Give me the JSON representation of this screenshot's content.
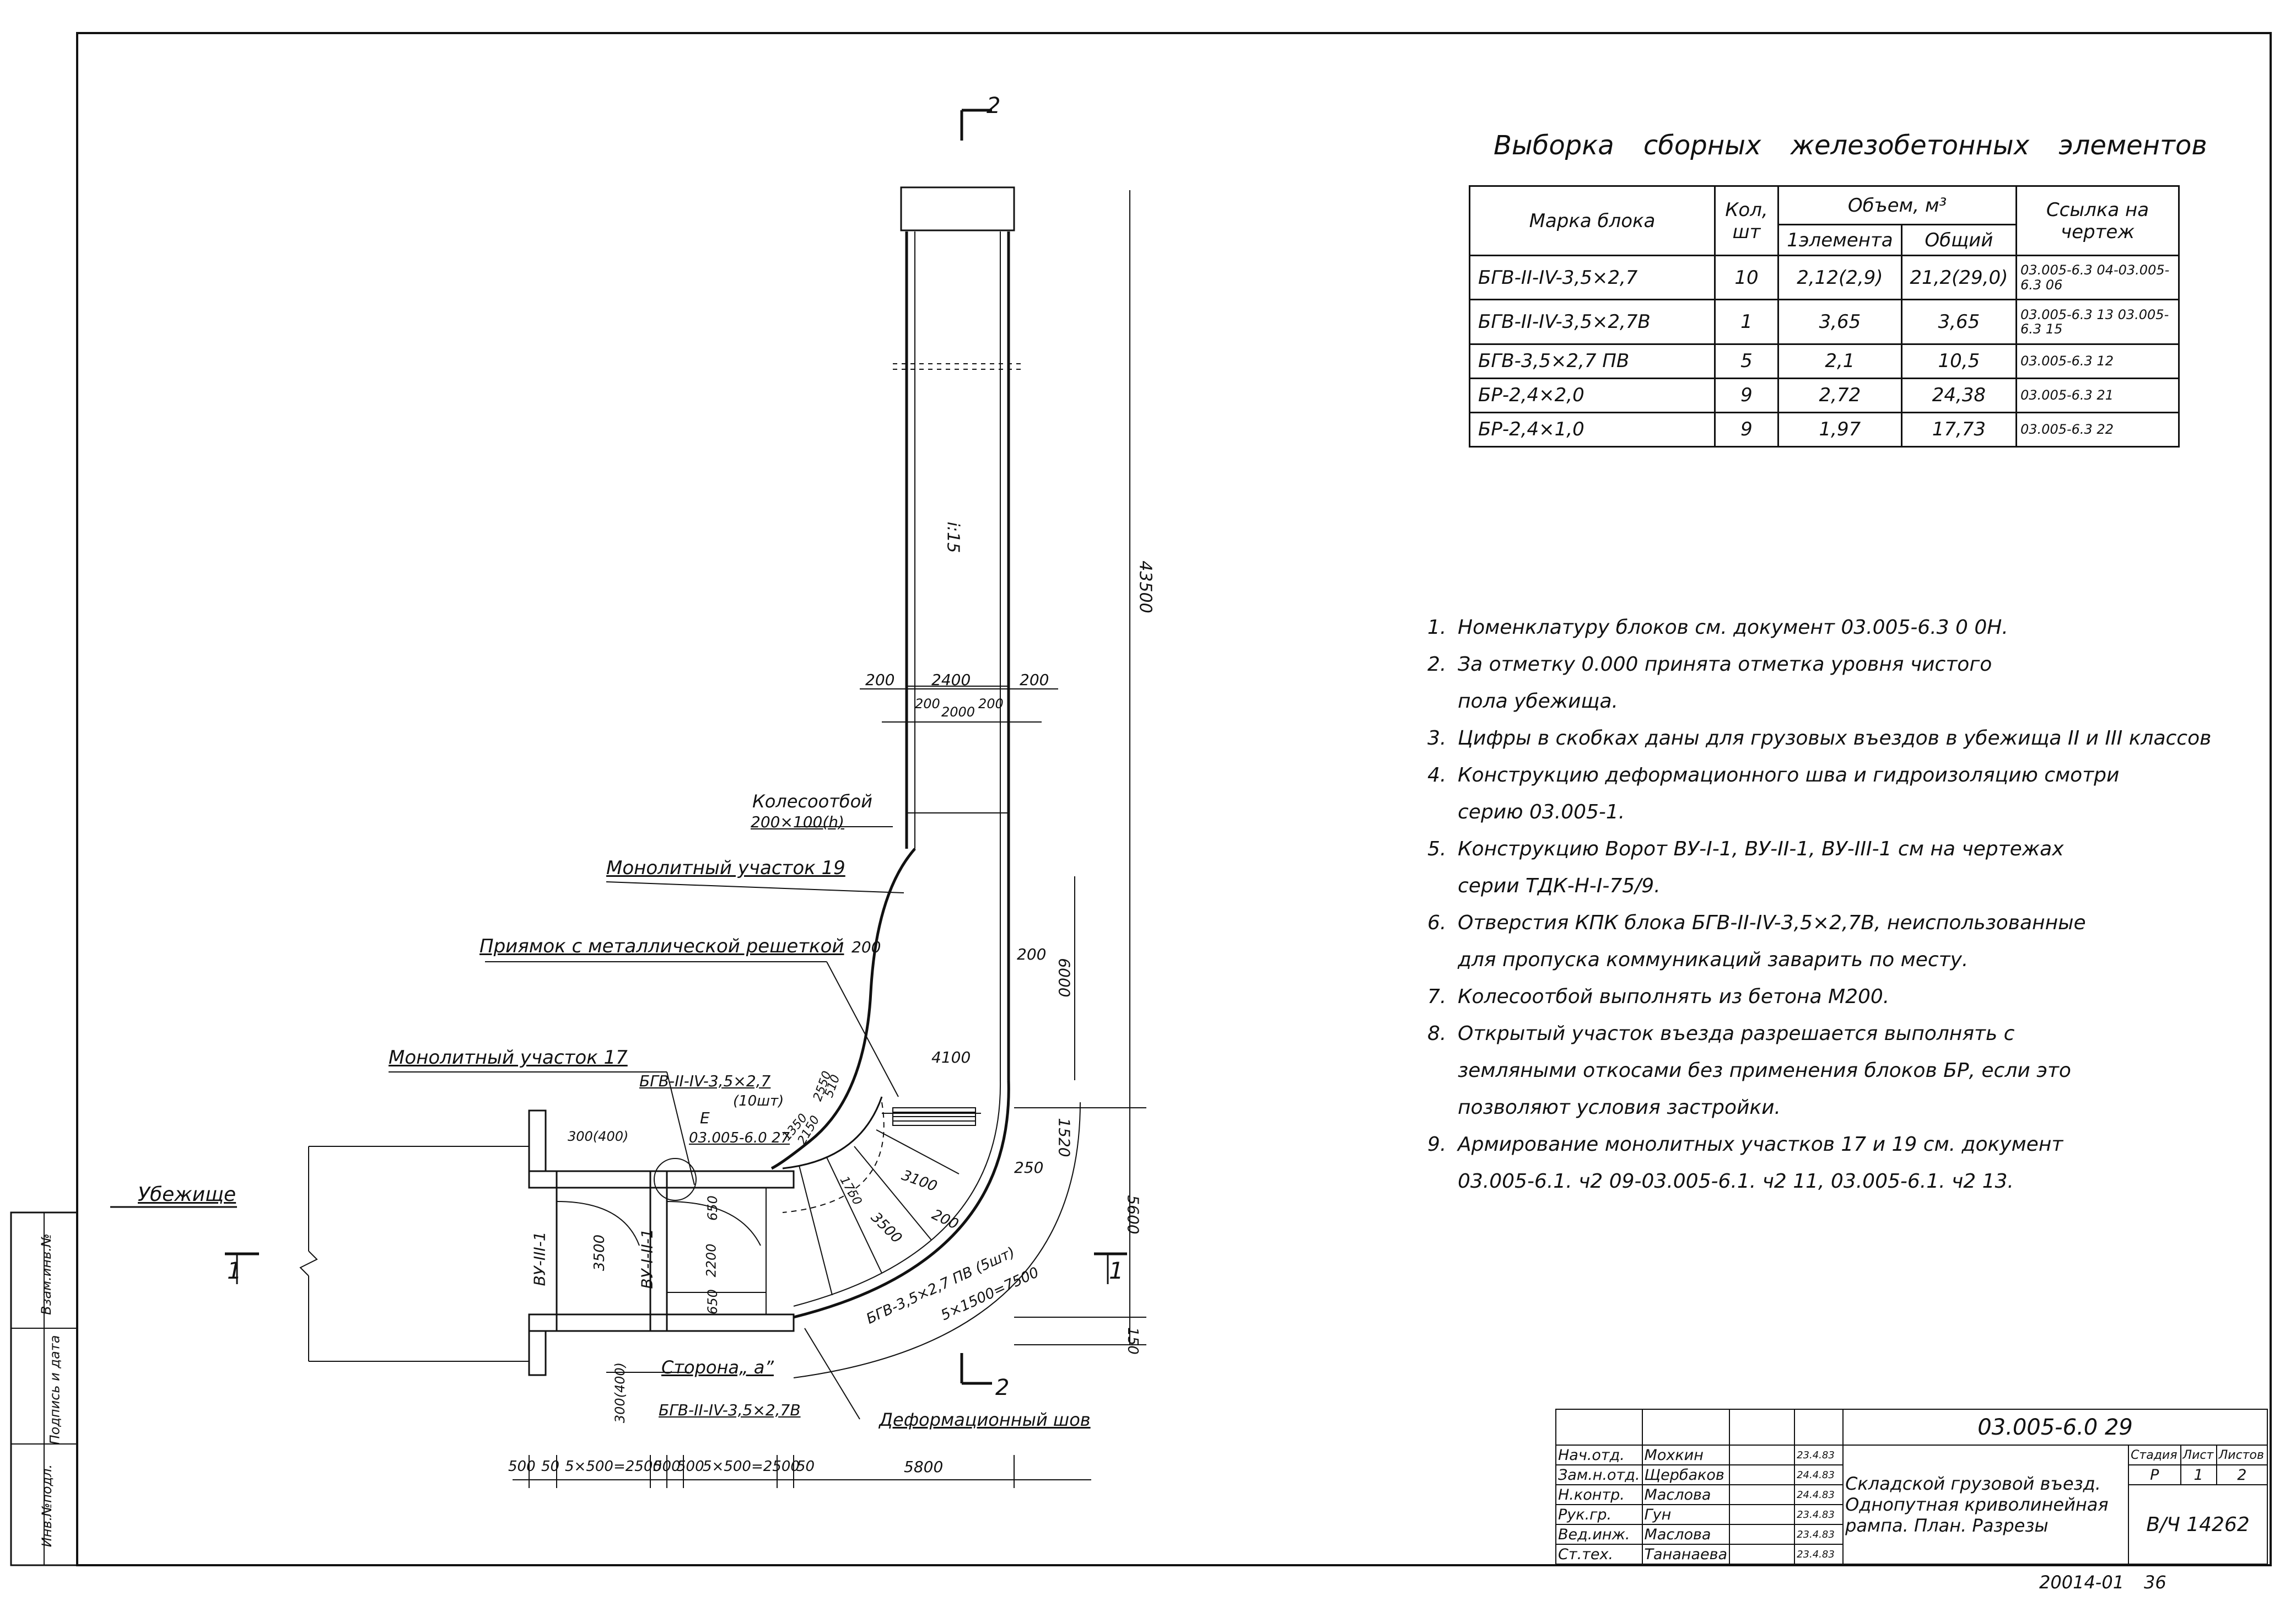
{
  "table": {
    "title": "Выборка сборных железобетонных элементов",
    "headers": {
      "mark": "Марка блока",
      "qty": "Кол, шт",
      "volume": "Объем, м³",
      "vol_element": "1элемента",
      "vol_total": "Общий",
      "ref": "Ссылка на чертеж"
    },
    "rows": [
      {
        "mark": "БГВ-II-IV-3,5×2,7",
        "qty": "10",
        "vol_el": "2,12(2,9)",
        "vol_total": "21,2(29,0)",
        "ref": "03.005-6.3 04-03.005-6.3 06"
      },
      {
        "mark": "БГВ-II-IV-3,5×2,7В",
        "qty": "1",
        "vol_el": "3,65",
        "vol_total": "3,65",
        "ref": "03.005-6.3 13 03.005-6.3 15"
      },
      {
        "mark": "БГВ-3,5×2,7 ПВ",
        "qty": "5",
        "vol_el": "2,1",
        "vol_total": "10,5",
        "ref": "03.005-6.3 12"
      },
      {
        "mark": "БР-2,4×2,0",
        "qty": "9",
        "vol_el": "2,72",
        "vol_total": "24,38",
        "ref": "03.005-6.3 21"
      },
      {
        "mark": "БР-2,4×1,0",
        "qty": "9",
        "vol_el": "1,97",
        "vol_total": "17,73",
        "ref": "03.005-6.3 22"
      }
    ]
  },
  "notes": [
    {
      "n": "1.",
      "text": "Номенклатуру блоков см. документ 03.005-6.3 0 0Н."
    },
    {
      "n": "2.",
      "text": "За отметку 0.000 принята отметка уровня чистого\nпола убежища."
    },
    {
      "n": "3.",
      "text": "Цифры в скобках даны для грузовых въездов в убежища II и III классов"
    },
    {
      "n": "4.",
      "text": "Конструкцию деформационного шва и гидроизоляцию смотри\nсерию 03.005-1."
    },
    {
      "n": "5.",
      "text": "Конструкцию Ворот ВУ-I-1, ВУ-II-1, ВУ-III-1 см на чертежах\nсерии ТДК-Н-I-75/9."
    },
    {
      "n": "6.",
      "text": "Отверстия КПК блока БГВ-II-IV-3,5×2,7В, неиспользованные\nдля пропуска коммуникаций заварить по месту."
    },
    {
      "n": "7.",
      "text": "Колесоотбой выполнять из бетона М200."
    },
    {
      "n": "8.",
      "text": "Открытый участок въезда разрешается выполнять с\nземляными откосами без применения блоков БР, если это\nпозволяют условия застройки."
    },
    {
      "n": "9.",
      "text": "Армирование монолитных участков 17 и 19 см. документ\n03.005-6.1. ч2 09-03.005-6.1. ч2 11, 03.005-6.1. ч2 13."
    }
  ],
  "plan": {
    "section_top": "2",
    "section_bottom": "2",
    "section_left": "1",
    "section_right": "1",
    "slope": "i:15",
    "dim_total": "43500",
    "dim_6000": "6000",
    "dim_5600": "5600",
    "dim_1520": "1520",
    "dim_250": "250",
    "dim_150": "150",
    "dim_200a": "200",
    "dim_2400": "2400",
    "dim_200b": "200",
    "dim_200c": "200",
    "dim_2000": "2000",
    "dim_200d": "200",
    "dim_200e": "200",
    "dim_200f": "200",
    "dim_4100": "4100",
    "dim_3100": "3100",
    "dim_3500r": "3500",
    "dim_2150": "2150",
    "dim_1350": "1350",
    "dim_2550": "2550",
    "dim_510": "510",
    "dim_1750": "1750",
    "dim_200g": "200",
    "dim_300_400a": "300(400)",
    "dim_300_400b": "300(400)",
    "dim_3500": "3500",
    "dim_2200": "2200",
    "dim_650a": "650",
    "dim_650b": "650",
    "bottom_dims": [
      "500",
      "50",
      "5×500=2500",
      "500",
      "500",
      "5×500=2500",
      "50",
      "5800"
    ],
    "label_shelter": "Убежище",
    "label_gate1": "ВУ-III-1",
    "label_gate2": "ВУ-I-II-1",
    "label_bump": "Колесоотбой",
    "label_bump2": "200×100(h)",
    "label_mono19": "Монолитный участок 19",
    "label_pit": "Приямок с металлической решеткой",
    "label_mono17": "Монолитный участок 17",
    "label_block1": "БГВ-II-IV-3,5×2,7",
    "label_block1b": "(10шт)",
    "label_E": "Е",
    "label_ref": "03.005-6.0 27",
    "label_side": "Сторона„ а”",
    "label_block2": "БГВ-II-IV-3,5×2,7В",
    "label_joint": "Деформационный шов",
    "label_curve": "БГВ-3,5×2,7 ПВ (5шт)",
    "label_arc": "5×1500=7500"
  },
  "stamp": {
    "doc": "03.005-6.0 29",
    "title": "Складской грузовой въезд. Однопутная криволинейная рампа. План. Разрезы",
    "stage_h": "Стадия",
    "sheet_h": "Лист",
    "sheets_h": "Листов",
    "stage": "Р",
    "sheet": "1",
    "sheets": "2",
    "org": "В/Ч 14262",
    "people": [
      {
        "role": "Нач.отд.",
        "name": "Мохкин",
        "date": "23.4.83"
      },
      {
        "role": "Зам.н.отд.",
        "name": "Щербаков",
        "date": "24.4.83"
      },
      {
        "role": "Н.контр.",
        "name": "Маслова",
        "date": "24.4.83"
      },
      {
        "role": "Рук.гр.",
        "name": "Гун",
        "date": "23.4.83"
      },
      {
        "role": "Вед.инж.",
        "name": "Маслова",
        "date": "23.4.83"
      },
      {
        "role": "Ст.тех.",
        "name": "Тананаева",
        "date": "23.4.83"
      }
    ]
  },
  "side_stamp": [
    "Инв.№подл.",
    "Подпись и дата",
    "Взам.инв.№"
  ],
  "footer": {
    "code": "20014-01",
    "page": "36"
  }
}
